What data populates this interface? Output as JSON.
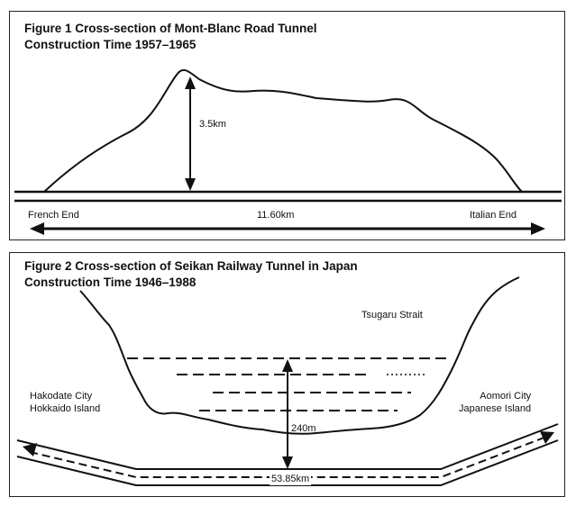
{
  "figure1": {
    "title_line1": "Figure 1 Cross-section of Mont-Blanc Road Tunnel",
    "title_line2": "Construction Time 1957–1965",
    "height_label": "3.5km",
    "left_label": "French End",
    "length_label": "11.60km",
    "right_label": "Italian End"
  },
  "figure2": {
    "title_line1": "Figure 2 Cross-section of Seikan Railway Tunnel in Japan",
    "title_line2": "Construction Time 1946–1988",
    "strait_label": "Tsugaru Strait",
    "left_label_line1": "Hakodate City",
    "left_label_line2": "Hokkaido Island",
    "right_label_line1": "Aomori City",
    "right_label_line2": "Japanese Island",
    "depth_label": "240m",
    "length_label": "53.85km"
  }
}
